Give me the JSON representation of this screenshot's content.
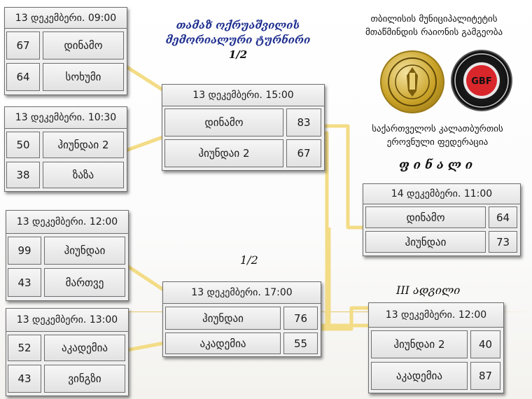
{
  "tournament_title": [
    "თამაზ ოქრუაშვილის",
    "მემორიალური ტურნირი",
    "1/2"
  ],
  "org_top": [
    "თბილისის მუნიციპალიტეტის",
    "მთაწმინდის რაიონის გამგეობა"
  ],
  "org_right": [
    "საქართველოს კალათბურთის",
    "ეროვნული ფედერაცია"
  ],
  "final_label": "ფ ი ნ ა ლ ი",
  "semi_label_2": "1/2",
  "third_place_label": "III ადგილი",
  "logo_gbf_text": "GBF",
  "colors": {
    "title": "#1f2f8f",
    "connector": "#f3dc86",
    "logo_gold": "#c9a227",
    "logo_dark": "#1d1d1d",
    "logo_red": "#d8262b"
  },
  "games": {
    "q1": {
      "date": "13 დეკემბერი. 09:00",
      "teams": [
        {
          "score": "67",
          "name": "დინამო"
        },
        {
          "score": "64",
          "name": "სოხუმი"
        }
      ]
    },
    "q2": {
      "date": "13 დეკემბერი. 10:30",
      "teams": [
        {
          "score": "50",
          "name": "ჰიუნდაი 2"
        },
        {
          "score": "38",
          "name": "ზაზა"
        }
      ]
    },
    "q3": {
      "date": "13 დეკემბერი. 12:00",
      "teams": [
        {
          "score": "99",
          "name": "ჰიუნდაი"
        },
        {
          "score": "43",
          "name": "მართვე"
        }
      ]
    },
    "q4": {
      "date": "13 დეკემბერი. 13:00",
      "teams": [
        {
          "score": "52",
          "name": "აკადემია"
        },
        {
          "score": "43",
          "name": "ვინგზი"
        }
      ]
    },
    "s1": {
      "date": "13 დეკემბერი. 15:00",
      "teams": [
        {
          "name": "დინამო",
          "score": "83"
        },
        {
          "name": "ჰიუნდაი 2",
          "score": "67"
        }
      ]
    },
    "s2": {
      "date": "13 დეკემბერი. 17:00",
      "teams": [
        {
          "name": "ჰიუნდაი",
          "score": "76"
        },
        {
          "name": "აკადემია",
          "score": "55"
        }
      ]
    },
    "final": {
      "date": "14 დეკემბერი. 11:00",
      "teams": [
        {
          "name": "დინამო",
          "score": "64"
        },
        {
          "name": "ჰიუნდაი",
          "score": "73"
        }
      ]
    },
    "third": {
      "date": "13 დეკემბერი. 12:00",
      "teams": [
        {
          "name": "ჰიუნდაი 2",
          "score": "40"
        },
        {
          "name": "აკადემია",
          "score": "87"
        }
      ]
    }
  }
}
